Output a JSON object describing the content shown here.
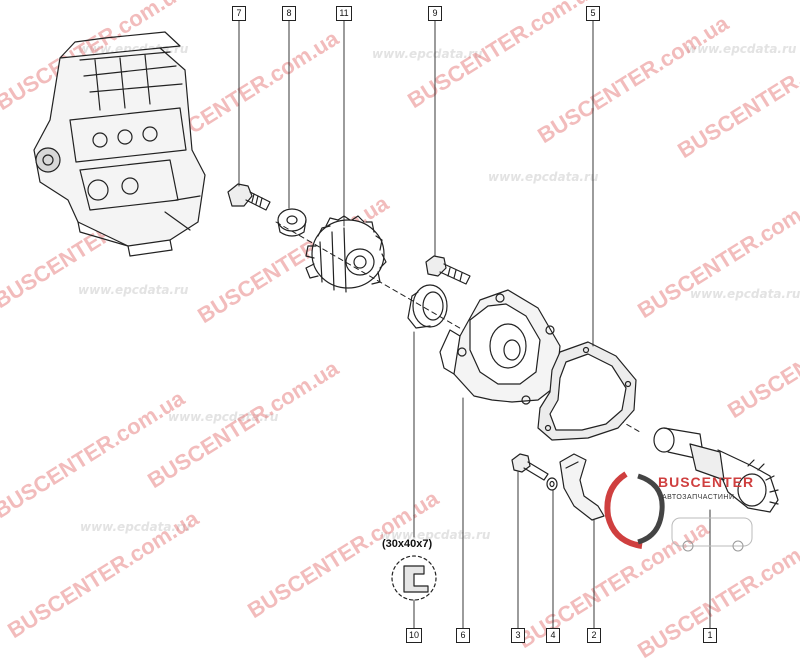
{
  "watermarks": {
    "site_text": "www.epcdata.ru",
    "brand_text": "BUSCENTER.com.ua"
  },
  "callouts": [
    {
      "id": "c7",
      "label": "7"
    },
    {
      "id": "c8",
      "label": "8"
    },
    {
      "id": "c11",
      "label": "11"
    },
    {
      "id": "c9",
      "label": "9"
    },
    {
      "id": "c5",
      "label": "5"
    },
    {
      "id": "c10",
      "label": "10"
    },
    {
      "id": "c6",
      "label": "6"
    },
    {
      "id": "c3",
      "label": "3"
    },
    {
      "id": "c4",
      "label": "4"
    },
    {
      "id": "c2",
      "label": "2"
    },
    {
      "id": "c1",
      "label": "1"
    }
  ],
  "seal_size": "(30x40x7)",
  "logo": {
    "name": "BUSCENTER",
    "tagline": "АВТОЗАПЧАСТИНИ",
    "accent": "#cf3f3f"
  },
  "colors": {
    "line": "#222222",
    "watermark_brand": "#e05f5f",
    "watermark_site": "#e3e3e3"
  }
}
